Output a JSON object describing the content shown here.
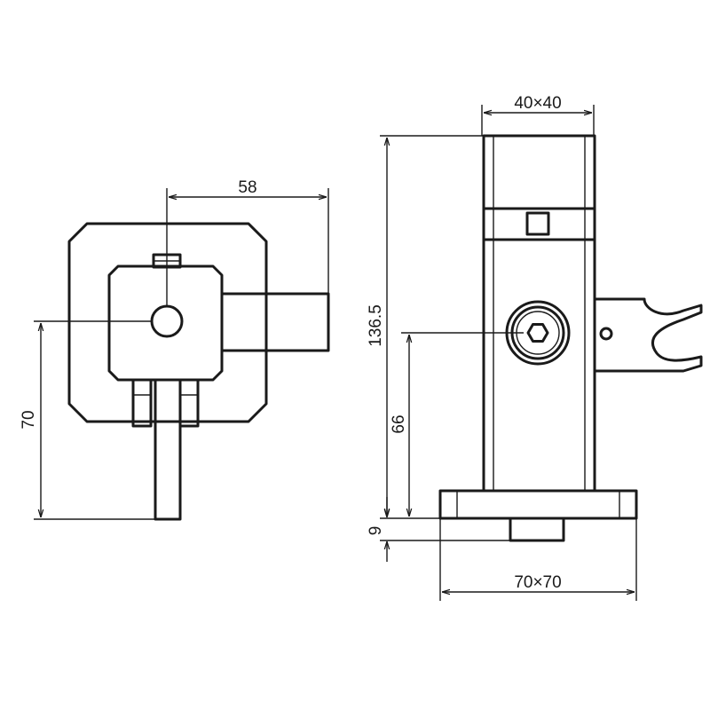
{
  "dimensions": {
    "front_width": "58",
    "front_height": "70",
    "side_top": "40×40",
    "side_total_height": "136.5",
    "side_axis_height": "66",
    "side_base_thickness": "9",
    "side_base": "70×70"
  },
  "colors": {
    "line": "#1a1a1a",
    "background": "#ffffff"
  }
}
